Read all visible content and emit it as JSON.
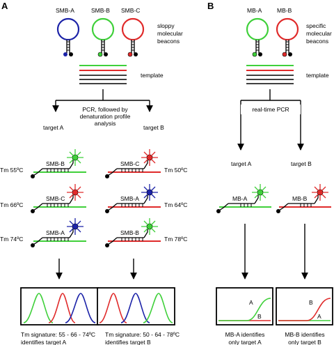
{
  "panels": {
    "A": {
      "letter": "A",
      "beacon_names": [
        "SMB-A",
        "SMB-B",
        "SMB-C"
      ],
      "beacon_caption": [
        "sloppy",
        "molecular",
        "beacons"
      ],
      "template_label": "template",
      "process_label": [
        "PCR, followed by",
        "denaturation profile",
        "analysis"
      ],
      "target_left": "target A",
      "target_right": "target B",
      "left_hybrids": [
        {
          "probe": "SMB-B",
          "tm": "Tm 55ºC"
        },
        {
          "probe": "SMB-C",
          "tm": "Tm 66ºC"
        },
        {
          "probe": "SMB-A",
          "tm": "Tm 74ºC"
        }
      ],
      "right_hybrids": [
        {
          "probe": "SMB-C",
          "tm": "Tm 50ºC"
        },
        {
          "probe": "SMB-A",
          "tm": "Tm 64ºC"
        },
        {
          "probe": "SMB-B",
          "tm": "Tm 78ºC"
        }
      ],
      "left_result": [
        "Tm signature:  55 - 66 - 74ºC",
        "identifies target A"
      ],
      "right_result": [
        "Tm signature:  50 - 64 - 78ºC",
        "identifies target B"
      ]
    },
    "B": {
      "letter": "B",
      "beacon_names": [
        "MB-A",
        "MB-B"
      ],
      "beacon_caption": [
        "specific",
        "molecular",
        "beacons"
      ],
      "template_label": "template",
      "process_label": "real-time PCR",
      "target_left": "target A",
      "target_right": "target B",
      "left_hybrid": "MB-A",
      "right_hybrid": "MB-B",
      "left_curve_labels": [
        "A",
        "B"
      ],
      "right_curve_labels": [
        "B",
        "A"
      ],
      "left_result": [
        "MB-A identifies",
        "only target A"
      ],
      "right_result": [
        "MB-B identifies",
        "only target B"
      ]
    }
  },
  "colors": {
    "smb_a": "#1c23a8",
    "smb_b": "#3fd03a",
    "smb_c": "#e02a2a",
    "target_a_strand": "#3fd03a",
    "target_b_strand": "#e02a2a"
  }
}
